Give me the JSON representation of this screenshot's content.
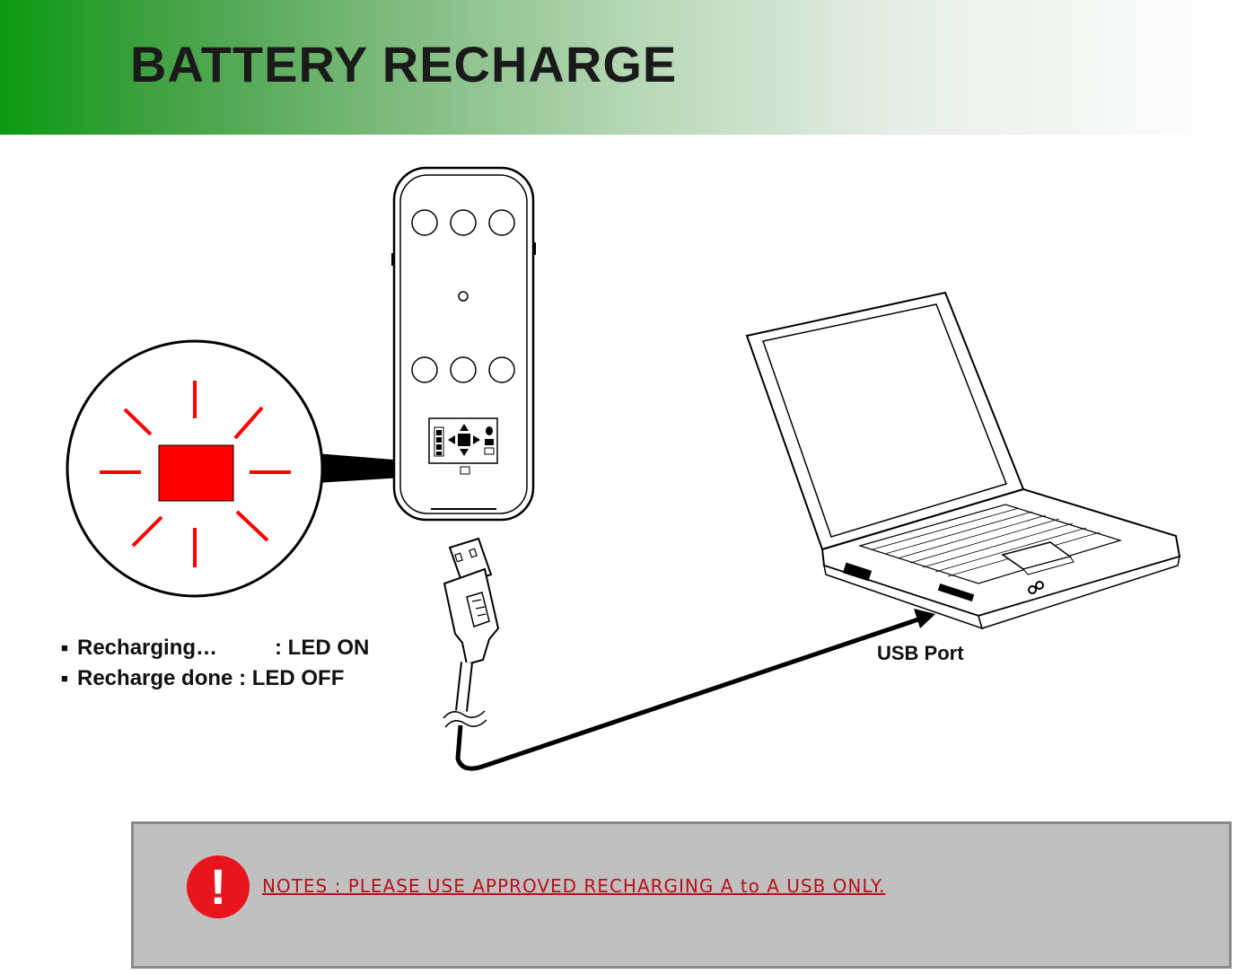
{
  "header": {
    "title": "BATTERY RECHARGE",
    "gradient_colors": [
      "#0a9a12",
      "#ffffff"
    ]
  },
  "legend": {
    "items": [
      {
        "label": "Recharging…",
        "value": ": LED ON"
      },
      {
        "label": "Recharge done",
        "value": ": LED OFF"
      }
    ]
  },
  "diagram": {
    "usb_port_label": "USB Port",
    "led_color": "#ff0000",
    "icons": [
      "device-remote-icon",
      "usb-plug-icon",
      "usb-cable-icon",
      "laptop-icon",
      "led-indicator-icon",
      "arrow-icon"
    ]
  },
  "note": {
    "icon": "warning-icon",
    "icon_glyph": "!",
    "text": "NOTES : PLEASE USE APPROVED RECHARGING A to A USB ONLY.",
    "text_color": "#b3121a",
    "box_color": "#c0c0c0"
  }
}
